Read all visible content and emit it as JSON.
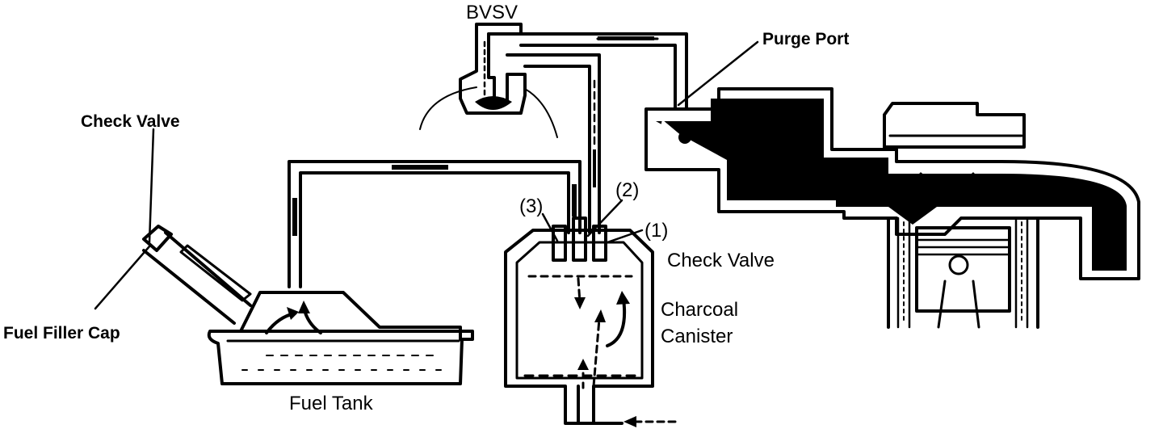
{
  "labels": {
    "bvsv": "BVSV",
    "purge_port": "Purge Port",
    "check_valve_left": "Check Valve",
    "fuel_filler_cap": "Fuel Filler Cap",
    "fuel_tank": "Fuel Tank",
    "port_1": "(1)",
    "port_2": "(2)",
    "port_3": "(3)",
    "check_valve_right": "Check Valve",
    "charcoal": "Charcoal",
    "canister": "Canister"
  },
  "colors": {
    "ink": "#000000",
    "paper": "#ffffff"
  }
}
